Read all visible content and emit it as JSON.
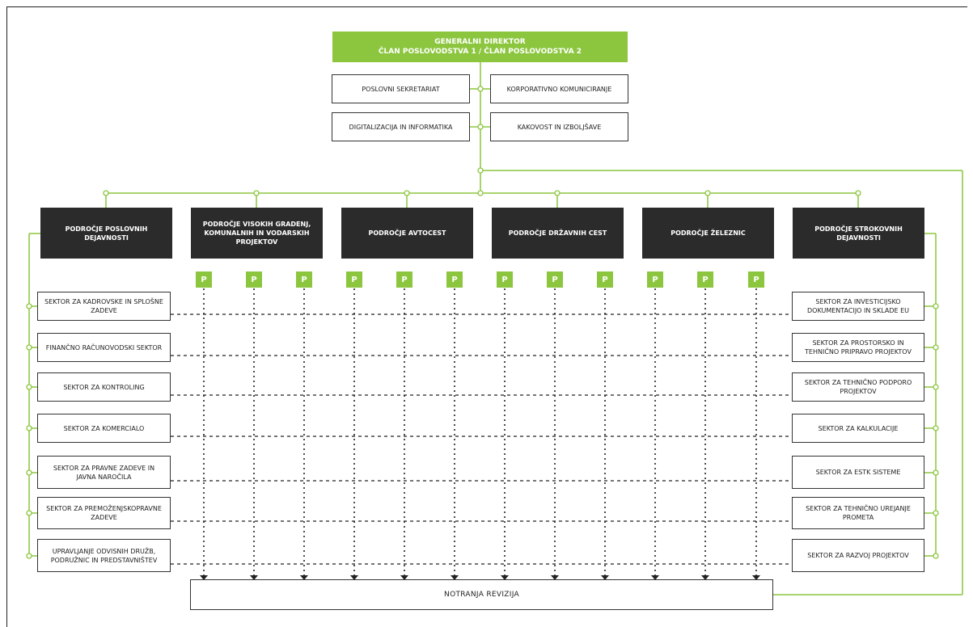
{
  "top": {
    "title_line1": "GENERALNI DIREKTOR",
    "title_line2": "ČLAN POSLOVODSTVA 1 / ČLAN POSLOVODSTVA 2"
  },
  "staff": {
    "poslovni_sekretariat": "POSLOVNI SEKRETARIAT",
    "digitalizacija": "DIGITALIZACIJA IN INFORMATIKA",
    "korporativno": "KORPORATIVNO KOMUNICIRANJE",
    "kakovost": "KAKOVOST IN IZBOLJŠAVE"
  },
  "areas": [
    "PODROČJE POSLOVNIH DEJAVNOSTI",
    "PODROČJE VISOKIH GRADENJ, KOMUNALNIH IN VODARSKIH PROJEKTOV",
    "PODROČJE AVTOCEST",
    "PODROČJE DRŽAVNIH CEST",
    "PODROČJE ŽELEZNIC",
    "PODROČJE STROKOVNIH DEJAVNOSTI"
  ],
  "project_marker": "P",
  "left_sectors": [
    "SEKTOR ZA KADROVSKE IN SPLOŠNE ZADEVE",
    "FINANČNO RAČUNOVODSKI SEKTOR",
    "SEKTOR ZA KONTROLING",
    "SEKTOR ZA KOMERCIALO",
    "SEKTOR ZA PRAVNE ZADEVE IN JAVNA NAROČILA",
    "SEKTOR ZA PREMOŽENJSKOPRAVNE ZADEVE",
    "UPRAVLJANJE ODVISNIH DRUŽB, PODRUŽNIC IN PREDSTAVNIŠTEV"
  ],
  "right_sectors": [
    "SEKTOR ZA INVESTICIJSKO DOKUMENTACIJO IN SKLADE EU",
    "SEKTOR ZA PROSTORSKO IN TEHNIČNO PRIPRAVO PROJEKTOV",
    "SEKTOR ZA TEHNIČNO PODPORO PROJEKTOV",
    "SEKTOR ZA KALKULACIJE",
    "SEKTOR ZA ESTK SISTEME",
    "SEKTOR ZA TEHNIČNO UREJANJE PROMETA",
    "SEKTOR ZA RAZVOJ PROJEKTOV"
  ],
  "bottom": "NOTRANJA REVIZIJA",
  "colors": {
    "accent_green": "#8cc63f",
    "dark_box": "#2b2b2b",
    "line_dark": "#222222"
  }
}
